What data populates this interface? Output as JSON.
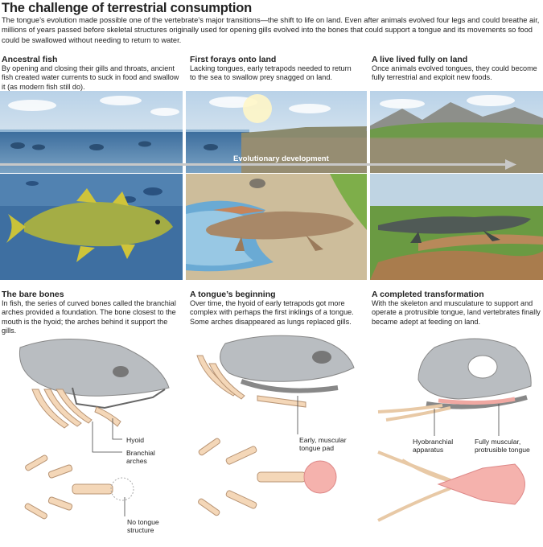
{
  "title": "The challenge of terrestrial consumption",
  "intro": "The tongue’s evolution made possible one of the vertebrate’s major transitions—the shift to life on land. Even after animals evolved four legs and could breathe air, millions of years passed before skeletal structures originally used for opening gills evolved into the bones that could support a tongue and its movements so food could be swallowed without needing to return to water.",
  "stages": [
    {
      "heading": "Ancestral fish",
      "text": "By opening and closing their gills and throats, ancient fish created water currents to suck in food and swallow it (as modern fish still do)."
    },
    {
      "heading": "First forays onto land",
      "text": "Lacking tongues, early tetrapods needed to return to the sea to swallow prey snagged on land."
    },
    {
      "heading": "A live lived fully on land",
      "text": "Once animals evolved tongues, they could become fully terrestrial and exploit new foods."
    }
  ],
  "arrow_label": "Evolutionary development",
  "anatomy": [
    {
      "heading": "The bare bones",
      "text": "In fish, the series of curved bones called the branchial arches provided a foundation. The bone closest to the mouth is the hyoid; the arches behind it support the gills."
    },
    {
      "heading": "A tongue’s beginning",
      "text": "Over time, the hyoid of early tetrapods got more complex with perhaps the first inklings of a tongue. Some arches disappeared as lungs replaced gills."
    },
    {
      "heading": "A completed transformation",
      "text": "With the skeleton and musculature to support and operate a protrusible tongue, land vertebrates finally became adept at feeding on land."
    }
  ],
  "labels": {
    "hyoid": "Hyoid",
    "branchial_arches": "Branchial arches",
    "no_tongue": "No tongue structure",
    "tongue_pad": "Early, muscular tongue pad",
    "hyobranchial": "Hyobranchial apparatus",
    "protrusible": "Fully muscular, protrusible tongue"
  },
  "colors": {
    "bone": "#f4d7b8",
    "bone_stroke": "#c9a27e",
    "skull": "#b9bdc1",
    "tongue": "#f5b2ad",
    "water": "#3f6fa8",
    "sky": "#c9dcec"
  }
}
